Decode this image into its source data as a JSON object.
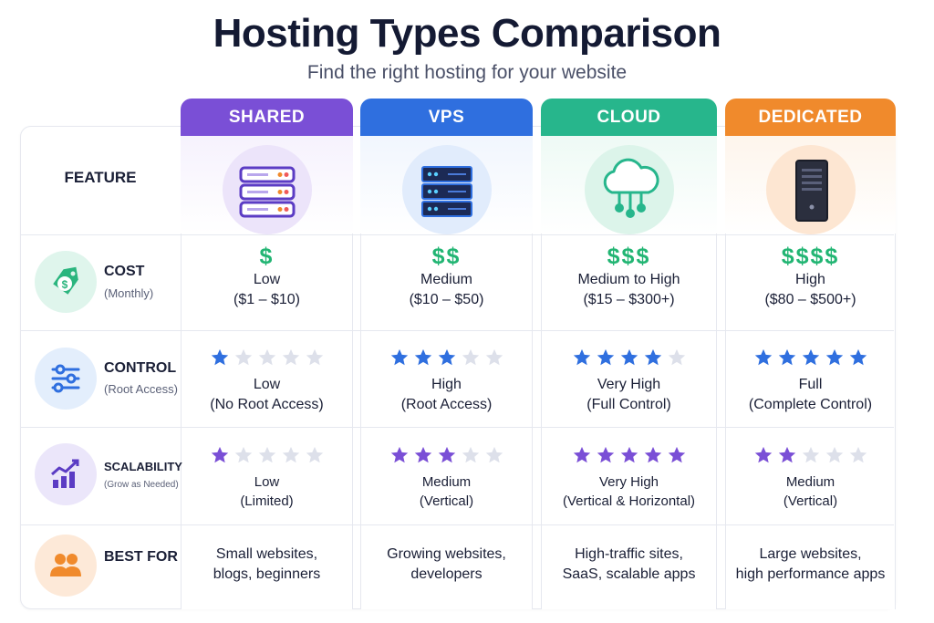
{
  "header": {
    "title": "Hosting Types Comparison",
    "subtitle": "Find the right hosting for your website"
  },
  "feature_header": "FEATURE",
  "colors": {
    "shared": "#7a4fd6",
    "vps": "#2f6fdf",
    "cloud": "#27b68c",
    "dedicated": "#f08a2c",
    "dollar": "#22b573",
    "star_empty": "#dde0ea"
  },
  "columns": [
    {
      "label": "SHARED",
      "icon": "server-stack-icon",
      "cost_symbol": "$",
      "cost_level": "Low",
      "cost_range": "($1 – $10)",
      "control_stars": 1,
      "control_level": "Low",
      "control_detail": "(No Root Access)",
      "scal_stars": 1,
      "scal_level": "Low",
      "scal_detail": "(Limited)",
      "best_line1": "Small websites,",
      "best_line2": "blogs, beginners"
    },
    {
      "label": "VPS",
      "icon": "server-rack-icon",
      "cost_symbol": "$$",
      "cost_level": "Medium",
      "cost_range": "($10 – $50)",
      "control_stars": 3,
      "control_level": "High",
      "control_detail": "(Root Access)",
      "scal_stars": 3,
      "scal_level": "Medium",
      "scal_detail": "(Vertical)",
      "best_line1": "Growing websites,",
      "best_line2": "developers"
    },
    {
      "label": "CLOUD",
      "icon": "cloud-network-icon",
      "cost_symbol": "$$$",
      "cost_level": "Medium to High",
      "cost_range": "($15 – $300+)",
      "control_stars": 4,
      "control_level": "Very High",
      "control_detail": "(Full Control)",
      "scal_stars": 5,
      "scal_level": "Very High",
      "scal_detail": "(Vertical & Horizontal)",
      "best_line1": "High-traffic sites,",
      "best_line2": "SaaS, scalable apps"
    },
    {
      "label": "DEDICATED",
      "icon": "server-tower-icon",
      "cost_symbol": "$$$$",
      "cost_level": "High",
      "cost_range": "($80 – $500+)",
      "control_stars": 5,
      "control_level": "Full",
      "control_detail": "(Complete Control)",
      "scal_stars": 2,
      "scal_level": "Medium",
      "scal_detail": "(Vertical)",
      "best_line1": "Large websites,",
      "best_line2": "high performance apps"
    }
  ],
  "rows": [
    {
      "name": "COST",
      "sub": "(Monthly)",
      "icon": "price-tag-icon"
    },
    {
      "name": "CONTROL",
      "sub": "(Root Access)",
      "icon": "sliders-icon"
    },
    {
      "name": "SCALABILITY",
      "sub": "(Grow as Needed)",
      "icon": "growth-chart-icon"
    },
    {
      "name": "BEST FOR",
      "sub": "",
      "icon": "users-icon"
    }
  ]
}
